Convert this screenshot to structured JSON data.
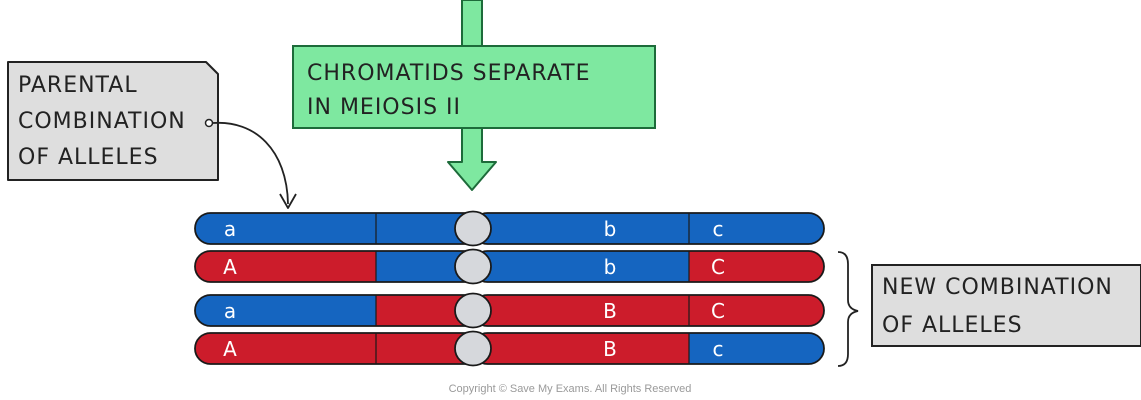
{
  "colors": {
    "maternal": "#1565c0",
    "paternal": "#cc1c2b",
    "arrow_fill": "#7ee8a0",
    "box_fill": "#dedede",
    "centromere": "#d6d8dc"
  },
  "process_box": {
    "line1": "CHROMATIDS SEPARATE",
    "line2": "IN MEIOSIS II"
  },
  "parental_label": {
    "line1": "PARENTAL",
    "line2": "COMBINATION",
    "line3": "OF ALLELES"
  },
  "new_label": {
    "line1": "NEW COMBINATION",
    "line2": "OF ALLELES"
  },
  "chromatids": [
    {
      "alleles": [
        "a",
        "b",
        "c"
      ],
      "pattern": "all-blue"
    },
    {
      "alleles": [
        "A",
        "b",
        "C"
      ],
      "pattern": "red-blue-blue-red"
    },
    {
      "alleles": [
        "a",
        "B",
        "C"
      ],
      "pattern": "blue-red-red-red"
    },
    {
      "alleles": [
        "A",
        "B",
        "c"
      ],
      "pattern": "red-red-red-blue"
    }
  ],
  "copyright": "Copyright © Save My Exams. All Rights Reserved"
}
